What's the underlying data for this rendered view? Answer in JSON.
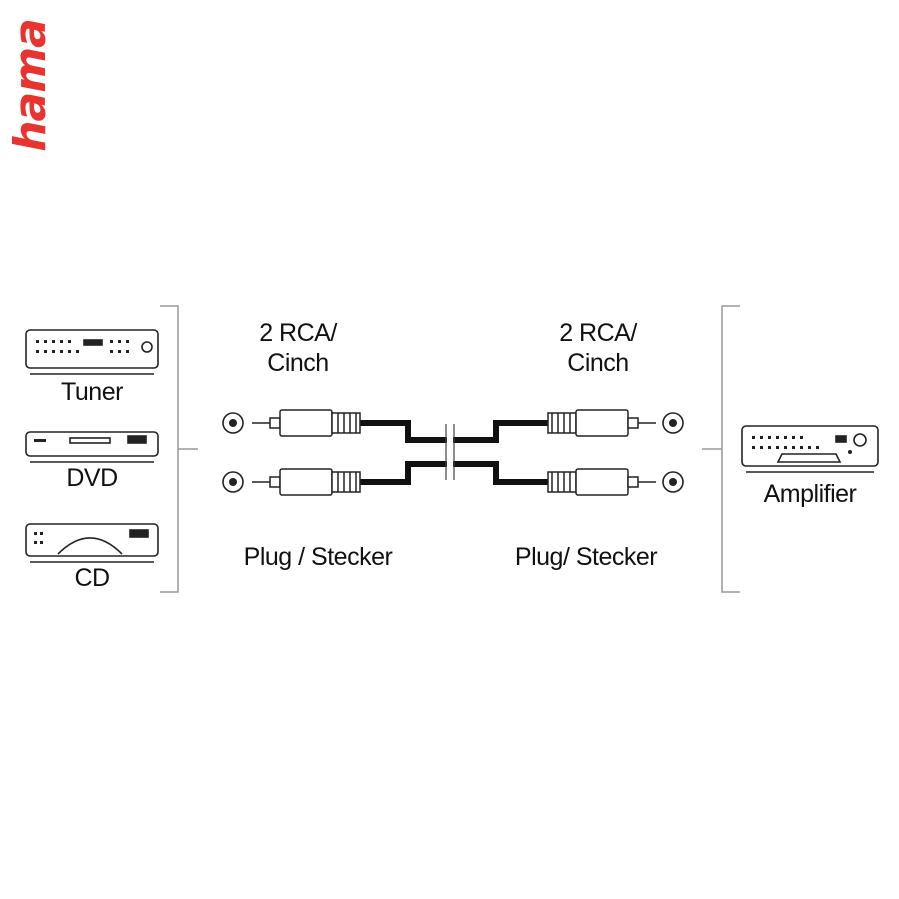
{
  "brand": {
    "logo_text": "hama",
    "logo_color": "#e8332e"
  },
  "sources": [
    {
      "label": "Tuner",
      "icon": "tuner-icon"
    },
    {
      "label": "DVD",
      "icon": "dvd-player-icon"
    },
    {
      "label": "CD",
      "icon": "cd-player-icon"
    }
  ],
  "connectors": {
    "left": {
      "line1": "2 RCA/",
      "line2": "Cinch",
      "plug_label": "Plug / Stecker"
    },
    "right": {
      "line1": "2 RCA/",
      "line2": "Cinch",
      "plug_label": "Plug/ Stecker"
    }
  },
  "destination": {
    "label": "Amplifier",
    "icon": "amplifier-icon"
  },
  "colors": {
    "line": "#111111",
    "bracket": "#999999"
  }
}
